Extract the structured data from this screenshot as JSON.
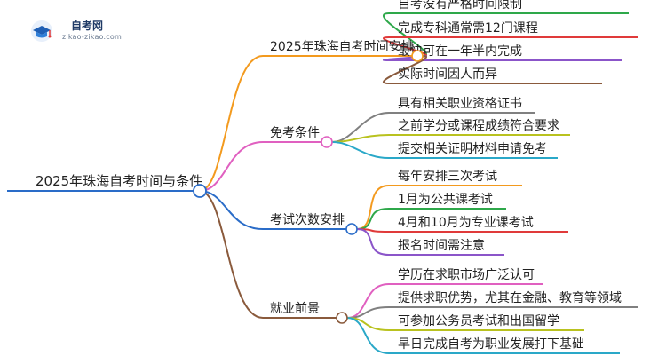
{
  "logo": {
    "title": "自考网",
    "subtitle": "zikao-zikao.com"
  },
  "mindmap": {
    "root": "2025年珠海自考时间与条件",
    "branches": [
      {
        "label": "2025年珠海自考时间安排",
        "color": "#f39a1e",
        "children": [
          {
            "label": "自考没有严格时间限制",
            "color": "#2ea84a"
          },
          {
            "label": "完成专科通常需12门课程",
            "color": "#e03a3a"
          },
          {
            "label": "最快可在一年半内完成",
            "color": "#8b55c9"
          },
          {
            "label": "实际时间因人而异",
            "color": "#8a5a3c"
          }
        ]
      },
      {
        "label": "免考条件",
        "color": "#e060c0",
        "children": [
          {
            "label": "具有相关职业资格证书",
            "color": "#808080"
          },
          {
            "label": "之前学分或课程成绩符合要求",
            "color": "#b9c21f"
          },
          {
            "label": "提交相关证明材料申请免考",
            "color": "#2aa8c8"
          }
        ]
      },
      {
        "label": "考试次数安排",
        "color": "#2a6cc8",
        "children": [
          {
            "label": "每年安排三次考试",
            "color": "#f39a1e"
          },
          {
            "label": "1月为公共课考试",
            "color": "#2ea84a"
          },
          {
            "label": "4月和10月为专业课考试",
            "color": "#e03a3a"
          },
          {
            "label": "报名时间需注意",
            "color": "#8b55c9"
          }
        ]
      },
      {
        "label": "就业前景",
        "color": "#8a5a3c",
        "children": [
          {
            "label": "学历在求职市场广泛认可",
            "color": "#e060c0"
          },
          {
            "label": "提供求职优势，尤其在金融、教育等领域",
            "color": "#808080"
          },
          {
            "label": "可参加公务员考试和出国留学",
            "color": "#b9c21f"
          },
          {
            "label": "早日完成自考为职业发展打下基础",
            "color": "#2aa8c8"
          }
        ]
      }
    ]
  },
  "root_color": "#2a6cc8"
}
